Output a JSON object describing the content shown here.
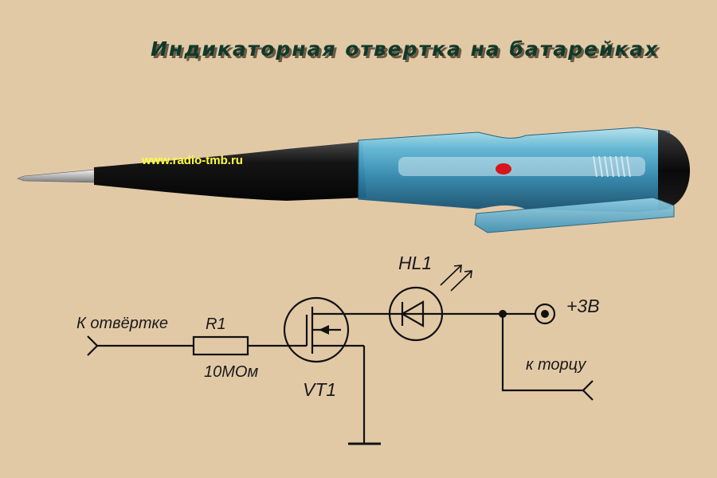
{
  "title": "Индикаторная отвертка на батарейках",
  "watermark": "www.radio-tmb.ru",
  "colors": {
    "background": "#e2c9a6",
    "title": "#0f3a2a",
    "watermark": "#ffff3c",
    "handle": "#6fc3dc",
    "indicator_led": "#d8141c"
  },
  "schematic": {
    "input_label": "К отвёртке",
    "resistor_ref": "R1",
    "resistor_value": "10МОм",
    "transistor_ref": "VT1",
    "led_ref": "HL1",
    "supply_label": "+3В",
    "end_label": "к торцу"
  },
  "icons": [
    "screwdriver-photo",
    "resistor-symbol",
    "mosfet-symbol",
    "led-symbol",
    "ground-symbol",
    "terminal-symbol"
  ]
}
